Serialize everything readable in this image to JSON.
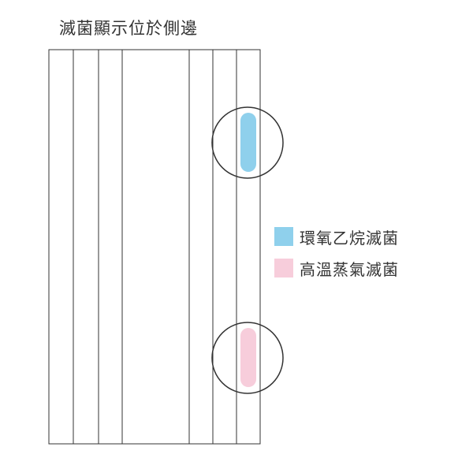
{
  "title": "滅菌顯示位於側邊",
  "colors": {
    "blue": "#8fd0ec",
    "pink": "#f7cddb",
    "line": "#333333"
  },
  "legend": [
    {
      "label": "環氧乙烷滅菌",
      "color": "#8fd0ec"
    },
    {
      "label": "高溫蒸氣滅菌",
      "color": "#f7cddb"
    }
  ]
}
